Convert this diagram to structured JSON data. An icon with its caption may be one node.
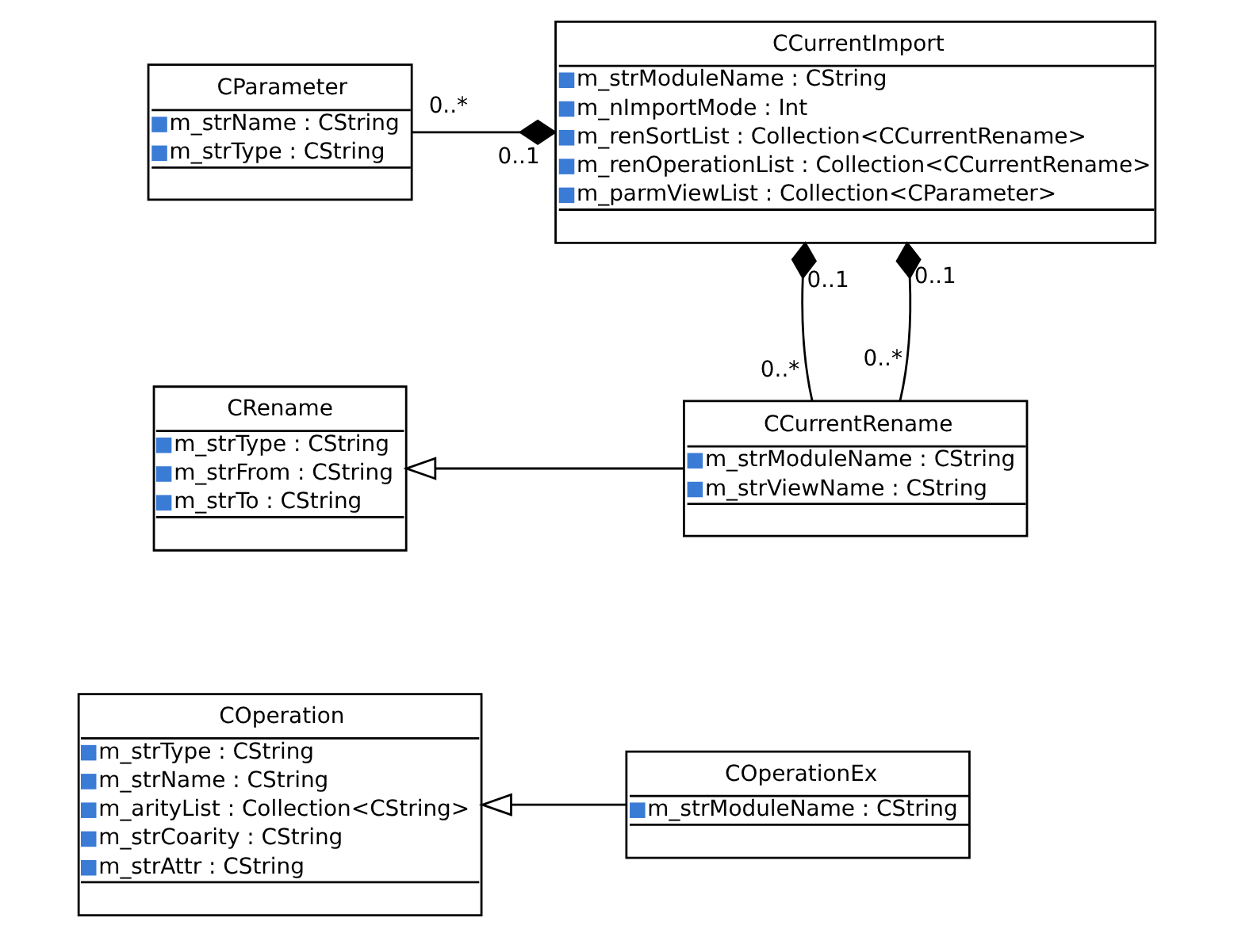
{
  "diagram": {
    "nodes": [
      {
        "text": [
          "CParameter",
          "m_strName : CString",
          "m_strType : CString"
        ]
      },
      {
        "text": [
          "CCurrentImport",
          "m_strModuleName : CString",
          "m_nImportMode : Int",
          "m_renSortList : Collection<CCurrentRename>",
          "m_renOperationList : Collection<CCurrentRename>",
          "m_parmViewList : Collection<CParameter>"
        ]
      },
      {
        "text": [
          "CRename",
          "m_strType : CString",
          "m_strFrom : CString",
          "m_strTo : CString"
        ]
      },
      {
        "text": [
          "CCurrentRename",
          "m_strModuleName : CString",
          "m_strViewName : CString"
        ]
      },
      {
        "text": [
          "COperation",
          "m_strType : CString",
          "m_strName : CString",
          "m_arityList : Collection<CString>",
          "m_strCoarity : CString",
          "m_strAttr : CString"
        ]
      },
      {
        "text": [
          "COperationEx",
          "m_strModuleName : CString"
        ]
      }
    ],
    "edges": [
      {
        "from": 0,
        "to": 1,
        "arrow": "other"
      },
      {
        "from": 3,
        "to": 1,
        "arrow": "other"
      },
      {
        "from": 3,
        "to": 1,
        "arrow": "other"
      },
      {
        "from": 3,
        "to": 2,
        "arrow": "to"
      },
      {
        "from": 5,
        "to": 4,
        "arrow": "to"
      }
    ],
    "labels": [
      "0..*",
      "0..1",
      "0..1",
      "0..1",
      "0..*",
      "0..*"
    ]
  }
}
